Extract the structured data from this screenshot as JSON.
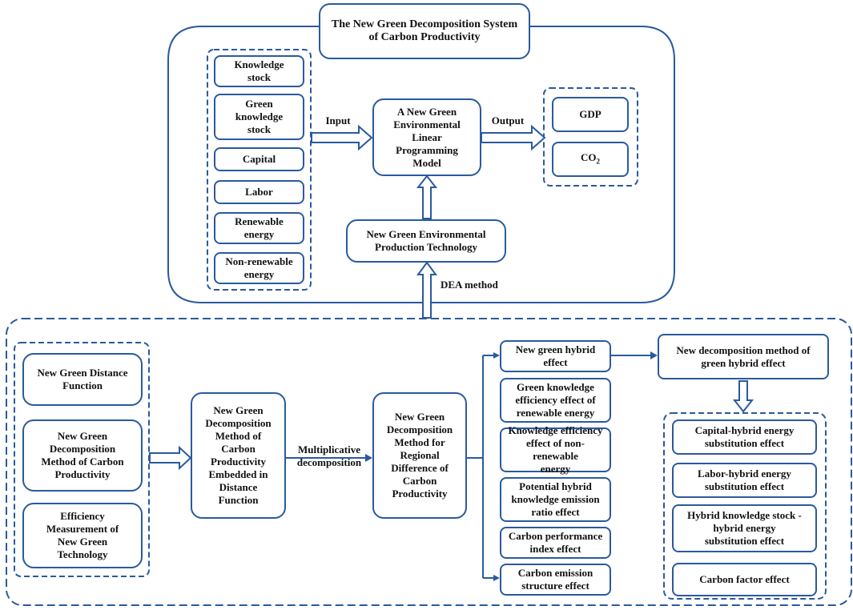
{
  "system_title": "The New Green Decomposition System\nof Carbon Productivity",
  "inputs": [
    "Knowledge\nstock",
    "Green\nknowledge\nstock",
    "Capital",
    "Labor",
    "Renewable\nenergy",
    "Non-renewable\nenergy"
  ],
  "input_label": "Input",
  "model": "A New Green\nEnvironmental\nLinear\nProgramming\nModel",
  "output_label": "Output",
  "outputs": {
    "gdp": "GDP",
    "co2_main": "CO",
    "co2_sub": "2"
  },
  "technology": "New Green Environmental\nProduction Technology",
  "dea_label": "DEA method",
  "methods": [
    "New Green Distance\nFunction",
    "New Green\nDecomposition\nMethod of Carbon\nProductivity",
    "Efficiency\nMeasurement of\nNew Green\nTechnology"
  ],
  "embedded_method": "New Green\nDecomposition\nMethod of\nCarbon\nProductivity\nEmbedded in\nDistance\nFunction",
  "multiplicative_label": "Multiplicative\ndecomposition",
  "regional_method": "New Green\nDecomposition\nMethod for\nRegional\nDifference of\nCarbon\nProductivity",
  "effects": [
    "New green hybrid\neffect",
    "Green knowledge\nefficiency effect of\nrenewable energy",
    "Knowledge efficiency\neffect of non-renewable\nenergy",
    "Potential hybrid\nknowledge emission\nratio effect",
    "Carbon performance\nindex effect",
    "Carbon emission\nstructure effect"
  ],
  "hybrid_method": "New decomposition method of\ngreen hybrid effect",
  "substitution_effects": [
    "Capital-hybrid energy\nsubstitution effect",
    "Labor-hybrid energy\nsubstitution effect",
    "Hybrid knowledge stock -\nhybrid energy\nsubstitution effect",
    "Carbon factor effect"
  ],
  "colors": {
    "border": "#2a5a9e",
    "text": "#111111",
    "background": "#ffffff"
  }
}
